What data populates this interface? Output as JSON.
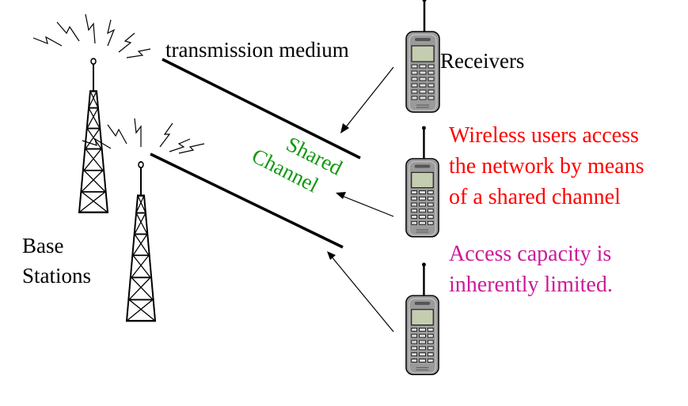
{
  "labels": {
    "medium": "transmission medium",
    "receivers": "Receivers",
    "shared": "Shared",
    "channel": "Channel",
    "base": "Base",
    "stations": "Stations",
    "note1_line1": "Wireless users access",
    "note1_line2": "the network by means",
    "note1_line3": "of a shared channel",
    "note2_line1": "Access capacity is",
    "note2_line2": "inherently limited."
  },
  "colors": {
    "ink": "#000000",
    "channel_text": "#119911",
    "note1": "#ff0000",
    "note2": "#cc1a99",
    "phone_body": "#9a9a9a",
    "phone_screen": "#c5cdb0"
  }
}
